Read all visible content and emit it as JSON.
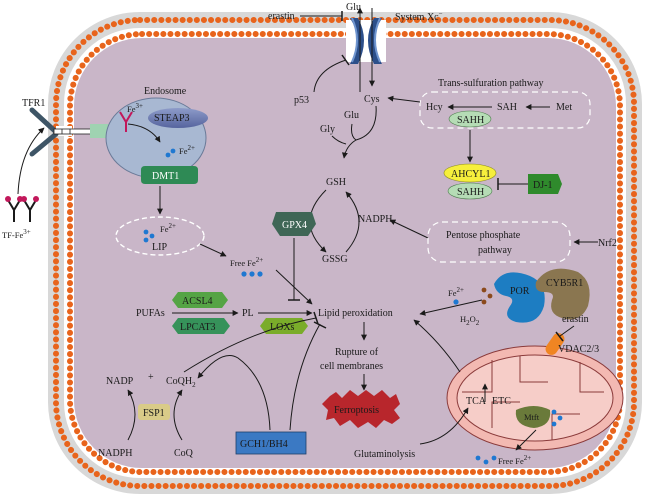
{
  "labels": {
    "glu_top": "Glu",
    "erastin_top": "erastin",
    "system_xc": "System Xc",
    "system_xc_sup": "−",
    "tfr1": "TFR1",
    "tf_fe": "TF-Fe",
    "tf_fe_sup": "3+",
    "endosome": "Endosome",
    "fe3_end": "Fe",
    "fe3_end_sup": "3+",
    "steap3": "STEAP3",
    "fe2_end": "Fe",
    "fe2_end_sup": "2+",
    "dmt1": "DMT1",
    "lip_fe": "Fe",
    "lip_fe_sup": "2+",
    "lip": "LIP",
    "free_fe": "Free Fe",
    "free_fe_sup": "2+",
    "p53": "p53",
    "cys": "Cys",
    "glu_mid": "Glu",
    "gly": "Gly",
    "gsh": "GSH",
    "gssg": "GSSG",
    "gpx4": "GPX4",
    "nadph_mid": "NADPH",
    "trans_sulf": "Trans-sulfuration pathway",
    "hcy": "Hcy",
    "sah": "SAH",
    "met": "Met",
    "sahh1": "SAHH",
    "ahcyl1": "AHCYL1",
    "sahh2": "SAHH",
    "dj1": "DJ-1",
    "pentose1": "Pentose phosphate",
    "pentose2": "pathway",
    "nrf2": "Nrf2",
    "pufas": "PUFAs",
    "acsl4": "ACSL4",
    "lpcat3": "LPCAT3",
    "pl": "PL",
    "loxs": "LOXs",
    "lipid_perox": "Lipid peroxidation",
    "fe2_por": "Fe",
    "fe2_por_sup": "2+",
    "h2o2_h": "H",
    "h2o2_2a": "2",
    "h2o2_o": "O",
    "h2o2_2b": "2",
    "por": "POR",
    "cyb5r1": "CYB5R1",
    "erastin_right": "erastin",
    "vdac": "VDAC2/3",
    "rupture1": "Rupture of",
    "rupture2": "cell membranes",
    "ferroptosis": "Ferroptosis",
    "nadp": "NADP",
    "plus": "+",
    "coqh2": "CoQH",
    "coqh2_sub": "2",
    "fsp1": "FSP1",
    "nadph_bot": "NADPH",
    "coq": "CoQ",
    "gch1": "GCH1/BH4",
    "tca": "TCA",
    "etc": "ETC",
    "mtft": "Mtft",
    "glutaminolysis": "Glutaminolysis",
    "free_fe_bot": "Free Fe",
    "free_fe_bot_sup": "2+"
  },
  "colors": {
    "cell_fill": "#c9b6c8",
    "membrane_head": "#e8641c",
    "endosome": "#a8b8d2",
    "steap3": "#6f7fb3",
    "dmt1": "#2e8a55",
    "gpx4": "#3f6656",
    "acsl4": "#55a445",
    "lpcat3": "#36925a",
    "loxs": "#7aac2a",
    "ahcyl1": "#f6ef3c",
    "sahh": "#b5dcb5",
    "dj1": "#2f8a2c",
    "por": "#1d7dc2",
    "cyb5r1": "#8a7650",
    "vdac": "#f08522",
    "ferroptosis": "#b8262c",
    "fsp1": "#d9cb88",
    "gch1": "#3b79c3",
    "mito_outer": "#f3b9b2",
    "mito_inner": "#f6cdc8",
    "mtft": "#6a7a3a",
    "iron_dot": "#1f78d1",
    "h2o2_dot": "#8b4a1c"
  },
  "icons": [
    "membrane-lipid-bilayer",
    "transporter-channel",
    "receptor-tfr1",
    "transferrin-iron",
    "mitochondrion"
  ]
}
